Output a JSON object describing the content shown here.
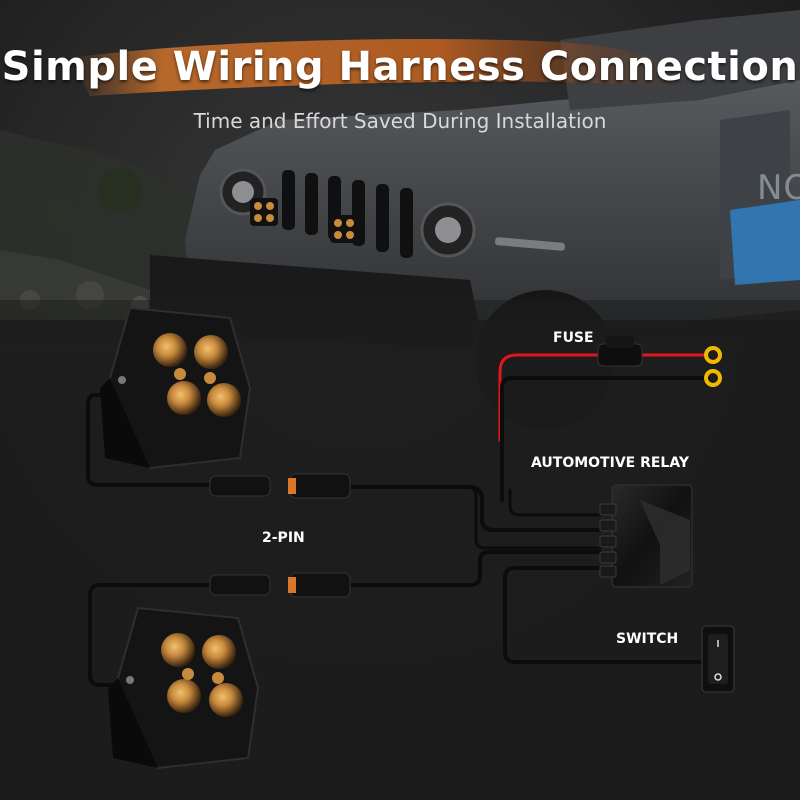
{
  "header": {
    "title": "Simple Wiring Harness Connection",
    "subtitle": "Time and Effort Saved During Installation"
  },
  "labels": {
    "fuse": "FUSE",
    "relay": "AUTOMOTIVE RELAY",
    "connector": "2-PIN",
    "switch": "SWITCH"
  },
  "vehicle_badge": "NO",
  "colors": {
    "background": "#1f1f1f",
    "brush_stroke": "#d9772b",
    "wire_positive": "#e0161b",
    "wire_harness": "#0c0c0c",
    "ring_terminal": "#f2b800",
    "lamp_lens": "#c88a3c",
    "vehicle_body": "#4a4c4f",
    "vehicle_accent": "#2f7fc4"
  },
  "icons": [
    "fuse-holder-icon",
    "relay-box-icon",
    "rocker-switch-icon",
    "connector-plug-icon",
    "ring-terminal-icon",
    "led-pod-light-icon"
  ]
}
